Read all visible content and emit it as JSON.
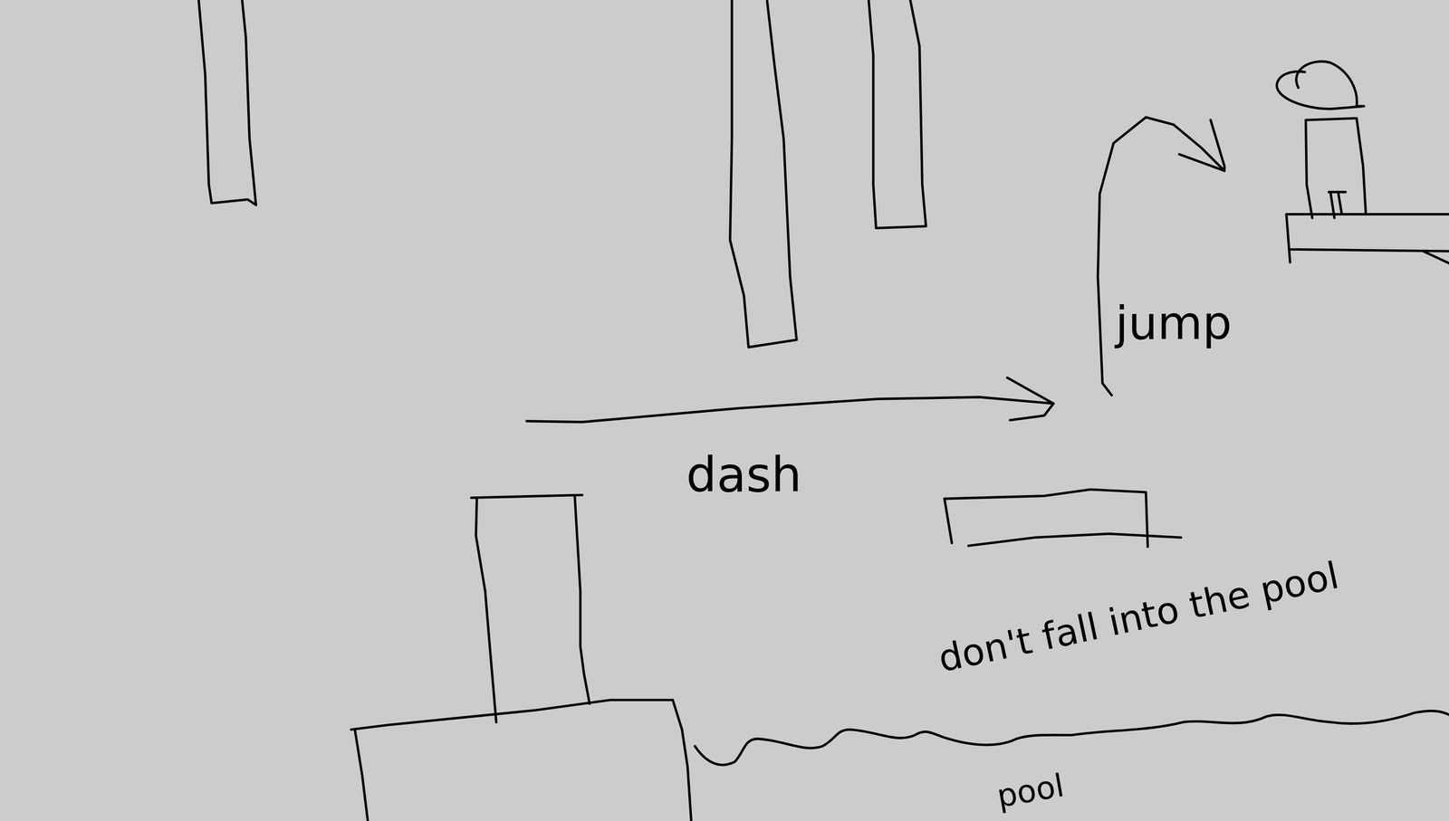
{
  "diagram": {
    "labels": [
      "jump",
      "dash",
      "don't fall into the pool",
      "pool"
    ]
  }
}
